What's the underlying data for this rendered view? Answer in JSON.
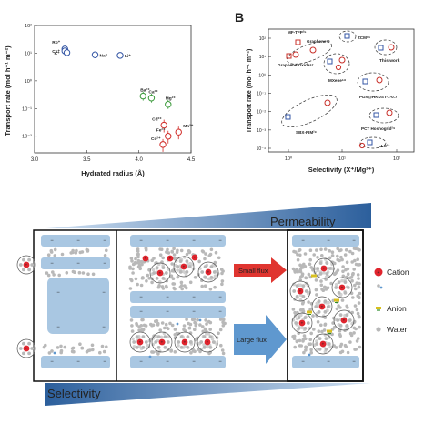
{
  "panel_a": {
    "ylabel": "Transport rate (mol h⁻¹ m⁻²)",
    "xlabel": "Hydrated radius (Å)",
    "y_ticks": [
      "10²",
      "10¹",
      "10⁰",
      "10⁻¹",
      "10⁻²"
    ],
    "x_ticks": [
      "3.0",
      "3.5",
      "4.0",
      "4.5"
    ],
    "points": [
      {
        "label": "Rb⁺",
        "x": 3.29,
        "y": 1.15,
        "ion": "cation-blue"
      },
      {
        "label": "Cs⁺",
        "x": 3.29,
        "y": 1.08,
        "ion": "cation-blue"
      },
      {
        "label": "K⁺",
        "x": 3.31,
        "y": 1.02,
        "ion": "cation-blue"
      },
      {
        "label": "Na⁺",
        "x": 3.58,
        "y": 0.94,
        "ion": "cation-blue"
      },
      {
        "label": "Li⁺",
        "x": 3.82,
        "y": 0.92,
        "ion": "cation-blue"
      },
      {
        "label": "Ba²⁺",
        "x": 4.04,
        "y": -0.55,
        "ion": "cation-green"
      },
      {
        "label": "Ca²⁺",
        "x": 4.12,
        "y": -0.62,
        "ion": "cation-green"
      },
      {
        "label": "Mg²⁺",
        "x": 4.28,
        "y": -0.85,
        "ion": "cation-green"
      },
      {
        "label": "Cd²⁺",
        "x": 4.24,
        "y": -1.6,
        "ion": "cation-red"
      },
      {
        "label": "Mn²⁺",
        "x": 4.38,
        "y": -1.85,
        "ion": "cation-red"
      },
      {
        "label": "Fe²⁺",
        "x": 4.28,
        "y": -2.0,
        "ion": "cation-red"
      },
      {
        "label": "Co²⁺",
        "x": 4.23,
        "y": -2.3,
        "ion": "cation-red"
      }
    ]
  },
  "panel_b": {
    "letter": "B",
    "ylabel": "Transport rate (mol h⁻¹ m⁻²)",
    "xlabel": "Selectivity (X⁺/Mg²⁺)",
    "y_ticks": [
      "10²",
      "10¹",
      "10⁰",
      "10⁻¹",
      "10⁻²",
      "10⁻³",
      "10⁻⁴"
    ],
    "x_ticks": [
      "10⁰",
      "10¹",
      "10²"
    ],
    "labels": {
      "mf": "MF-TFP²⁵",
      "graphene": "Graphene⁵⁵",
      "zcm": "ZCM⁵⁶",
      "graphene_oxide": "Graphene Oxide⁵⁷",
      "mxene": "MXene⁵⁸",
      "this_work": "This work",
      "pdx": "PDX@HKUST-1-0.7",
      "sbx": "SBX-PIM²⁹",
      "pct": "PCT Hoshogrid²⁹",
      "llc": "LLC²⁶"
    }
  },
  "diagram": {
    "permeability": "Permeability",
    "selectivity": "Selectivity",
    "small_flux": "Small flux",
    "large_flux": "Large flux",
    "legend": {
      "cation": "Cation",
      "anion": "Anion",
      "water": "Water"
    },
    "minus": "−",
    "colors": {
      "cation": "#e0242d",
      "water": "#b8b8b8",
      "layer": "#a9c7e2",
      "arrow_red": "#e03530",
      "arrow_blue": "#5f98cf",
      "wedge": "#2e5f9a"
    }
  }
}
